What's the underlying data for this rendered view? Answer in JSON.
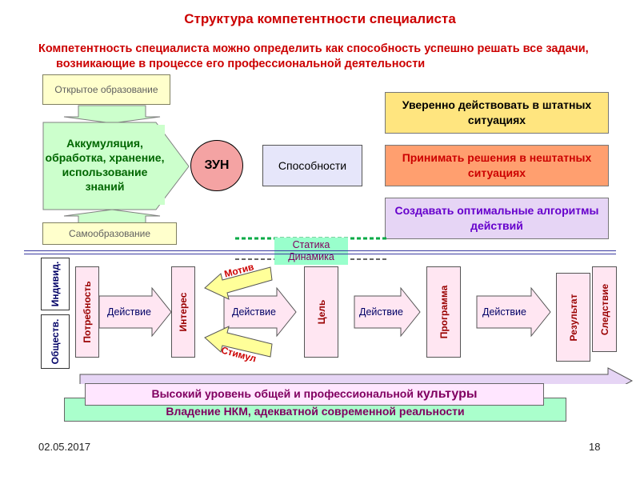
{
  "slide": {
    "title": "Структура компетентности специалиста",
    "subtitle": "Компетентность специалиста можно определить как способность успешно решать все задачи, возникающие в процессе его профессиональной деятельности",
    "date": "02.05.2017",
    "page_number": "18"
  },
  "left_block": {
    "top_label": "Открытое образование",
    "center_text": "Аккумуляция, обработка, хранение, использование знаний",
    "bottom_label": "Самообразование",
    "zun": "ЗУН",
    "abilities": "Способности"
  },
  "right_boxes": [
    "Уверенно действовать в штатных ситуациях",
    "Принимать решения в нештатных ситуациях",
    "Создавать оптимальные алгоритмы действий"
  ],
  "statika_dinamika": "Статика Динамика",
  "side_labels": {
    "individ": "Индивид.",
    "obshchestvo": "Обществ."
  },
  "chain": {
    "stages": [
      "Потребность",
      "Интерес",
      "Цель",
      "Программа",
      "Результат",
      "Следствие"
    ],
    "action_label": "Действие",
    "motive": "Мотив",
    "stimulus": "Стимул"
  },
  "bottom": {
    "culture_prefix": "Высокий уровень общей и профессиональной ",
    "culture_word": "культуры",
    "nkm": "Владение НКМ, адекватной современной реальности"
  },
  "colors": {
    "title_red": "#cc0000",
    "green_text": "#006600",
    "chain_red": "#990000",
    "label_blue": "#000066"
  }
}
